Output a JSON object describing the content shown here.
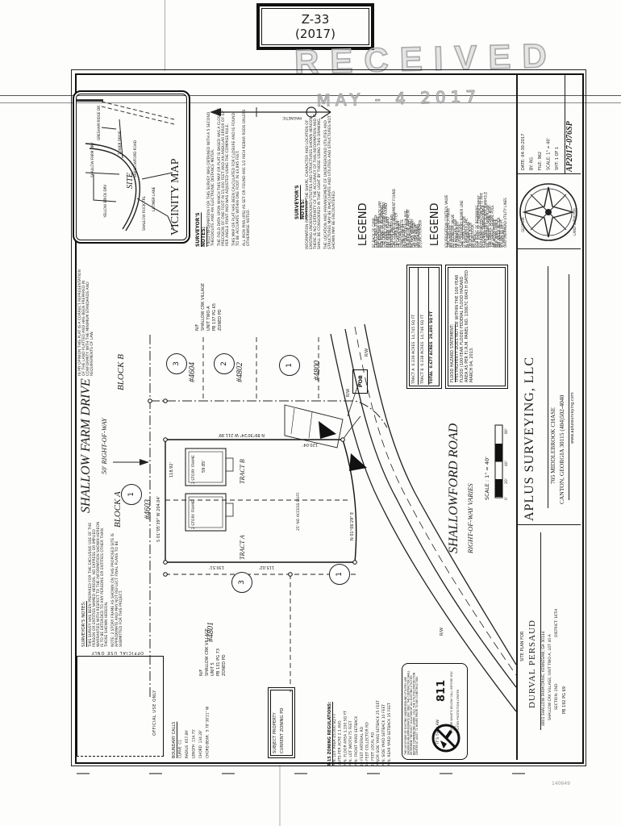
{
  "page": {
    "case_label": {
      "line1": "Z-33",
      "line2": "(2017)"
    },
    "stamp": {
      "word": "RECEIVED",
      "date": "MAY - 4 2017"
    },
    "scan_mark": "140649"
  },
  "title_block": {
    "job_number": "AP2017-076SP",
    "fields": [
      "DATE: 04-30-2017",
      "BY: RG",
      "FILE: 962",
      "SCALE: 1\" = 40'",
      "SHT: 1 OF 1"
    ],
    "company": {
      "name": "APLUS SURVEYING, LLC",
      "address": "705 MIDDLEBROOK CHASE",
      "city_phone": "CANTON, GEORGIA 30115 (404)502-4040",
      "website": "www.aplussurveying.com"
    },
    "seal": {
      "top": "GEORGIA",
      "bottom": "LAND SURVEYOR"
    },
    "project": {
      "heading": "SITE PLAN FOR",
      "client": "DURVAL PERSAUD",
      "address": "4801 SHALLOW FARM DRIVE, KENNESAW, GA 30144",
      "subdivision": "SHALLOW CRK VILLAGE, UNIT TWO-A, LOT 40-A",
      "district": "DISTRICT: 16TH",
      "section": "SECTION: 2ND",
      "plat_ref": "PB 192 PG 69"
    }
  },
  "vicinity": {
    "title": "VICINITY MAP",
    "site": "SITE",
    "roads": [
      "SHALLOWFORD ROAD",
      "SHALLOW FARM DRV",
      "YELLOW BRICK DRV",
      "TOWER DRIVE",
      "LATIMER LANE",
      "GRESHAM RIDGE DR.",
      "SHALLOW ROCK TRL"
    ]
  },
  "north": {
    "label": "MAGNETIC"
  },
  "notes_a": {
    "header": "SURVEYOR'S NOTES:",
    "paragraphs": [
      "FIELD INFORMATION FOR THIS SURVEY WAS OBTAINED WITH A 5 SECOND THEODOLITE AND AN ELECTRONIC DISTANCE METER.",
      "THE FIELD DATA UPON WHICH THIS MAP OR PLAT IS BASED HAS A CLOSURE PRECISION OF ONE FOOT IN 15,000 FEET AND AN ANGULAR ERROR OF 02\" PER ANGLE POINT AND WAS ADJUSTED USING THE COMPASS RULE.",
      "THIS MAP OR PLAT HAS BEEN CALCULATED FOR CLOSURE AND IS FOUND TO BE ACCURATE WITHIN ONE FOOT IN 43,895 FEET.",
      "ALL IRON PINS (IPS) AS SET OR FOUND ARE 1/2 INCH REBAR RODS UNLESS OTHERWISE NOTED."
    ]
  },
  "notes_b": {
    "header": "SURVEYOR'S NOTES:",
    "paragraphs": [
      "INFORMATION REGARDING THE SHAPE, CHARACTER AND LOCATION OF EXISTING UNDERGROUND UTILITIES AND STRUCTURES SHOWN HEREON - THERE IS NO CERTAINTY OF THE ACCURACY OF THIS INFORMATION AND IT SHALL BE CONSIDERED IN THAT LIGHT BY THOSE USING THIS DRAWING.",
      "THE LOCATION AND ARRANGEMENT OF UNDERGROUND UTILITIES AND STRUCTURES MAY BE INACCURATE AND UTILITIES AND STRUCTURES NOT SHOWN MAY BE ENCOUNTERED."
    ]
  },
  "cert_note": "IN MY OPINION THIS PLAT IS A CORRECT REPRESENTATION OF THE LAND PLATTED AND HAS BEEN PREPARED IN CONFORMITY WITH THE MINIMUM STANDARDS AND REQUIREMENTS OF LAW.",
  "notes_c": {
    "header": "SURVEYOR'S NOTES:",
    "paragraphs": [
      "THIS SURVEY HAS BEEN PREPARED FOR THE EXCLUSIVE USE OF THE PERSON OR ENTITIES NAMED HEREON. NO EXPRESS OR IMPLIED WARRANTIES WITH RESPECT TO THE INFORMATION SHOWN HEREON IS TO BE EXTENDED TO ANY PERSONS OR ENTITIES OTHER THAN THOSE SHOWN HEREON.",
      "NOTE: 2 STORY FRAME AS SHOWN ON THIS PROPOSED SITE IS APPROXIMATE AND MAY NOT REFLECT FINAL PLANS TO BE SUBMITTED FOR THIS PROJECT."
    ]
  },
  "legend_a": {
    "header": "LEGEND",
    "items": [
      "BC  BACK OF CURB",
      "CATV  CABLE TV BOX",
      "R/W  RIGHT-OF-WAY",
      "BSL  BUILDING SETBACK LINE",
      "POB  POINT OF BEGINNING",
      "CTP  CRIMP TOP PIPE FOUND",
      "OTP  OPEN TOP PIPE FOUND",
      "RBF  REBAR FOUND",
      "RBS  REBAR SET",
      "IPF  IRON PIN FOUND",
      "CMF  CONCRETE MONUMENT FOUND",
      "C&G  CURB & GUTTER",
      "CB  CATCH BASIN",
      "CO  CLEAN OUT",
      "CONC  CONCRETE",
      "DI  DROP INLET",
      "DIP  DUCTILE IRON PIPE",
      "E/P  EDGE OF PAVEMENT",
      "ESMT  EASEMENT",
      "FH  FIRE HYDRANT",
      "GM  GAS METER",
      "GV  GAS VALVE",
      "HW  HEADWALL",
      "JB  JUNCTION BOX"
    ]
  },
  "legend_b": {
    "header": "LEGEND",
    "items": [
      "ICV  IRRIGATION CONTROL VALVE",
      "TBM  TEMP BENCH MARK",
      "MH  MANHOLE",
      "BO  BLOW OFF VALVE",
      "EB  ELECTRIC BOX",
      "GP  GUARD POST",
      "LP  LIGHT POLE",
      "OHP  OVERHEAD POWER LINE",
      "OTP  OPEN TOP PIPE",
      "PL  PROPERTY LINE",
      "PP  POWER POLE",
      "DB  DEED BOOK",
      "PB  PLAT BOOK",
      "PG  PAGE",
      "POB  POINT OF BEGINNING",
      "POC  POINT OF COMMENCEMENT",
      "RCP  REINFORCED CONCRETE PIPE",
      "PT  POWER TRANSFORMER",
      "SSMH  SANITARY SEWER MANHOLE",
      "SSL  SANITARY SEWER LINE",
      "TSB  TRAFFIC SIGNAL BOX",
      "TSP  TRAFFIC SIGNAL POLE",
      "WF  WOOD FENCE",
      "WDF  WIRE FENCE",
      "WM  WATER METER",
      "WV  WATER VALVE",
      "YI  YARD INLET",
      "OHU  OVERHEAD UTILITY LINES"
    ]
  },
  "plat": {
    "street_main": "SHALLOW FARM DRIVE",
    "street_main_row": "50' RIGHT-OF-WAY",
    "street_side": "SHALLOWFORD ROAD",
    "street_side_row": "RIGHT-OF-WAY VARIES",
    "block_a": "BLOCK A",
    "block_b": "BLOCK B",
    "lots": {
      "l4603": "#4603",
      "l4604": "#4604",
      "l4802": "#4802",
      "l4800": "#4800",
      "l4801": "#4801"
    },
    "bubbles": {
      "b1": "1",
      "b2": "3",
      "b3": "2",
      "b4": "1",
      "b5": "3",
      "b6": "1"
    },
    "adjoiner_top": [
      "N/F",
      "SHALLOW CRK VILLAGE",
      "UNIT TWO-A",
      "PB 137 PG 65",
      "ZONED PD"
    ],
    "adjoiner_bottom": [
      "N/F",
      "SHALLOW CRK VILLAGE",
      "UNIT 5",
      "PB 131 PG 73",
      "ZONED PD"
    ],
    "tract_a": "TRACT A",
    "tract_b": "TRACT B",
    "house_label": "2 STORY FRAME",
    "pob": "POB",
    "rw": "R/W",
    "buffer_label": "25' NO ACCESS BUFF."
  },
  "dimensions": {
    "d1": "N 89°30'24\" W  211.99'",
    "d2": "S 01°05'39\" W  204.04'",
    "d3": "130.51'",
    "d4": "115.02'",
    "d5": "118.92'",
    "d6": "59.85'",
    "d7": "120.04'",
    "d8": "N 01°06'29\" E"
  },
  "scale_bar": {
    "label": "SCALE : 1\" = 40'",
    "ticks": [
      "80'",
      "40'",
      "20'",
      "0'"
    ]
  },
  "tract_table": {
    "rows": [
      [
        "TRACT A",
        "0.339 ACRES",
        "14,745 SQ FT"
      ],
      [
        "TRACT B",
        "0.338 ACRES",
        "14,746 SQ FT"
      ],
      [
        "TOTAL",
        "0.677 ACRES",
        "29,491 SQ FT"
      ]
    ]
  },
  "flood": {
    "title": "FLOOD HAZARD STATEMENT:",
    "body": "THIS PROPERTY DOES NOT LIE WITHIN THE 100 YEAR FLOOD (100-YEAR FLOOD) FEDERAL FLOOD HAZARD AREA AS PER F.I.R.M. PANEL NO. 13067C 0043 H DATED MARCH 04, 2013."
  },
  "official_use": "OFFICIAL USE ONLY",
  "subject_box": {
    "line1": "SUBJECT PROPERTY",
    "line2": "CURRENT ZONING PD"
  },
  "zoning": {
    "header": "R-15 ZONING REGULATIONS:",
    "lines": [
      "MIN. LOT AREA 15,000 SQ FT",
      "UNITS PER ACRE 2.1 AVG",
      "MIN. FLOOR AREA 1,150 SQ FT",
      "MIN. LOT WIDTH 75 FEET",
      "MIN. FRONT YARD SETBACK",
      "   40 FEET ARTERIAL RD",
      "   40 FEET COLLECTOR RD",
      "   25 FEET LOCAL RD",
      "MAJOR SIDE YARD SETBACK 25 FEET",
      "MIN. SIDE YARD SETBACK 10 FEET",
      "MIN. REAR YARD SETBACK 35 FEET"
    ]
  },
  "call811": {
    "number": "811",
    "law": "IT'S THE LAW",
    "org": "UTILITIES PROTECTION CENTER",
    "note": "KNOW WHAT'S BELOW. CALL BEFORE YOU DIG.",
    "fine": "THE LOCATIONS OF EXISTING UNDERGROUND UTILITIES ARE SHOWN IN AN APPROXIMATE WAY ONLY. THE CONTRACTOR SHALL DETERMINE THE EXACT LOCATION OF ALL EXISTING UTILITIES BEFORE COMMENCING WORK. CALL THE UTILITIES PROTECTION CENTER AT LEAST 72 HOURS PRIOR TO ANY CONSTRUCTION."
  },
  "boundary_calls": {
    "title": "BOUNDARY CALLS",
    "headers": [
      "CURVE",
      "RADIUS",
      "LENGTH",
      "CHORD",
      "CHORD BEAR."
    ],
    "rows": [
      [
        "C1",
        "657.89'",
        "134.75'",
        "134.28'",
        "S 78°38'21\" W"
      ]
    ]
  }
}
